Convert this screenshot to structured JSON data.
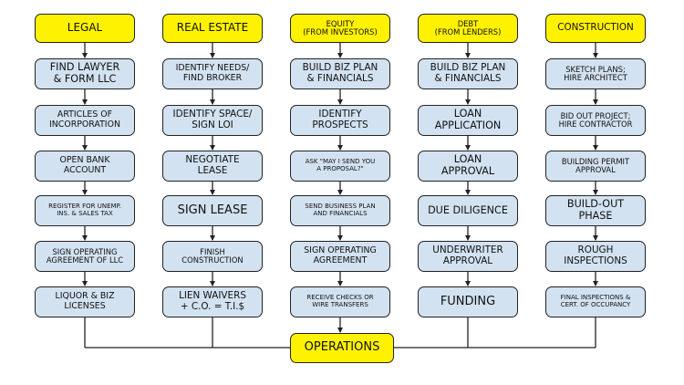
{
  "columns": [
    {
      "header": "LEGAL",
      "steps": [
        "FIND LAWYER\n& FORM LLC",
        "ARTICLES OF\nINCORPORATION",
        "OPEN BANK\nACCOUNT",
        "REGISTER FOR UNEMP.\nINS. & SALES TAX",
        "SIGN OPERATING\nAGREEMENT OF LLC",
        "LIQUOR & BIZ\nLICENSES"
      ]
    },
    {
      "header": "REAL ESTATE",
      "steps": [
        "IDENTIFY NEEDS/\nFIND BROKER",
        "IDENTIFY SPACE/\nSIGN LOI",
        "NEGOTIATE\nLEASE",
        "SIGN LEASE",
        "FINISH\nCONSTRUCTION",
        "LIEN WAIVERS\n+ C.O. = T.I.$"
      ]
    },
    {
      "header": "EQUITY\n(FROM INVESTORS)",
      "steps": [
        "BUILD BIZ PLAN\n& FINANCIALS",
        "IDENTIFY\nPROSPECTS",
        "ASK \"MAY I SEND YOU\nA PROPOSAL?\"",
        "SEND BUSINESS PLAN\nAND FINANCIALS",
        "SIGN OPERATING\nAGREEMENT",
        "RECEIVE CHECKS OR\nWIRE TRANSFERS"
      ]
    },
    {
      "header": "DEBT\n(FROM LENDERS)",
      "steps": [
        "BUILD BIZ PLAN\n& FINANCIALS",
        "LOAN\nAPPLICATION",
        "LOAN\nAPPROVAL",
        "DUE DILIGENCE",
        "UNDERWRITER\nAPPROVAL",
        "FUNDING"
      ]
    },
    {
      "header": "CONSTRUCTION",
      "steps": [
        "SKETCH PLANS;\nHIRE ARCHITECT",
        "BID OUT PROJECT;\nHIRE CONTRACTOR",
        "BUILDING PERMIT\nAPPROVAL",
        "BUILD-OUT\nPHASE",
        "ROUGH\nINSPECTIONS",
        "FINAL INSPECTIONS &\nCERT. OF OCCUPANCY"
      ]
    }
  ],
  "final": "OPERATIONS",
  "colors": {
    "header": "#FFF200",
    "step": "#D3E2F1",
    "line": "#222222"
  }
}
